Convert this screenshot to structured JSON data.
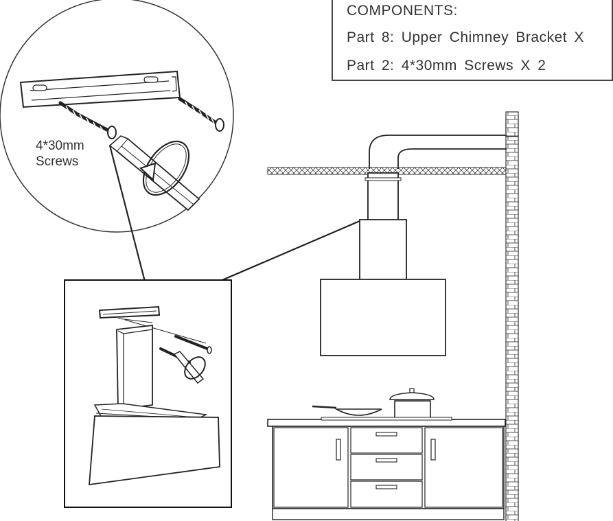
{
  "components": {
    "title": "COMPONENTS:",
    "items": [
      "Part  8:  Upper  Chimney  Bracket  X",
      "Part  2:  4*30mm  Screws  X  2"
    ]
  },
  "callout": {
    "screw_label": "4*30mm\nScrews"
  },
  "colors": {
    "line": "#222222",
    "brick": "#555555",
    "box_border": "#444444"
  }
}
